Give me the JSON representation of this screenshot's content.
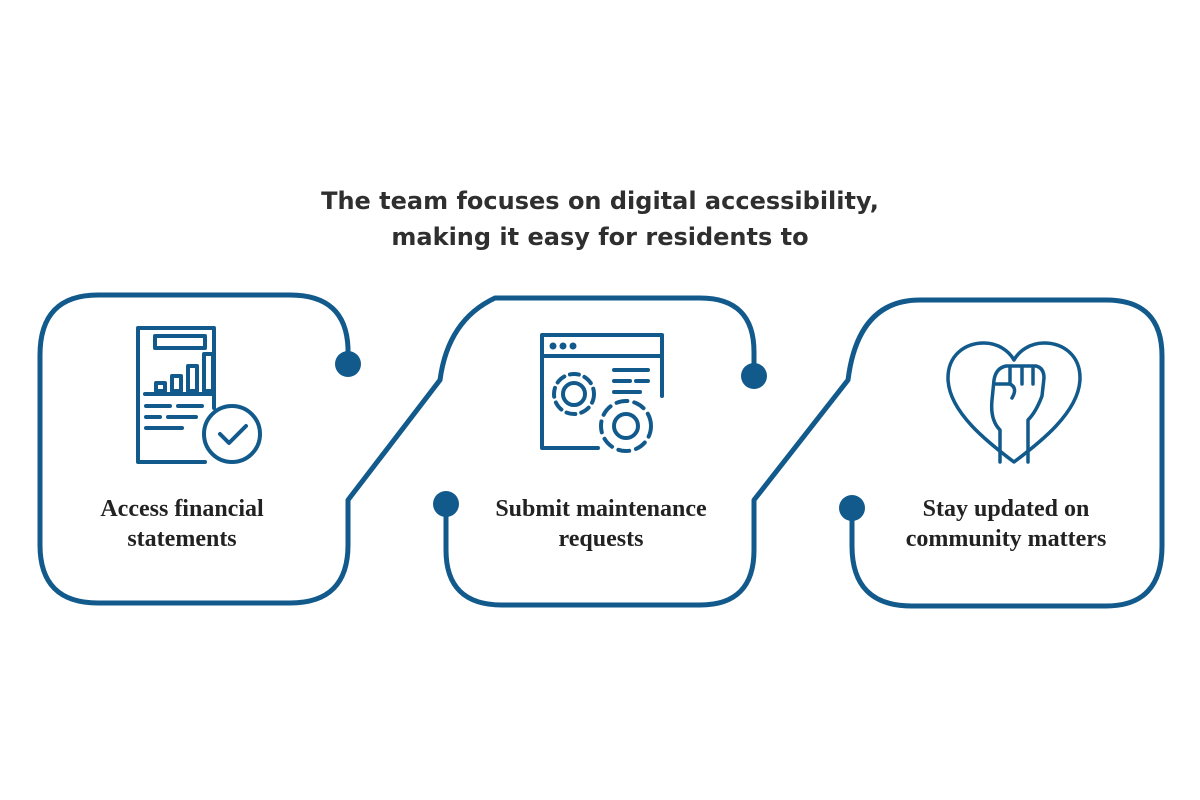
{
  "heading": {
    "line1": "The team focuses on digital accessibility,",
    "line2": "making it easy for residents to"
  },
  "colors": {
    "accent": "#125a8c",
    "heading_text": "#2f2f2f",
    "label_text": "#222222",
    "background": "#ffffff"
  },
  "cards": [
    {
      "icon": "financial-report-check-icon",
      "label_line1": "Access financial",
      "label_line2": "statements"
    },
    {
      "icon": "browser-gears-icon",
      "label_line1": "Submit maintenance",
      "label_line2": "requests"
    },
    {
      "icon": "heart-raised-fist-icon",
      "label_line1": "Stay updated on",
      "label_line2": "community matters"
    }
  ]
}
